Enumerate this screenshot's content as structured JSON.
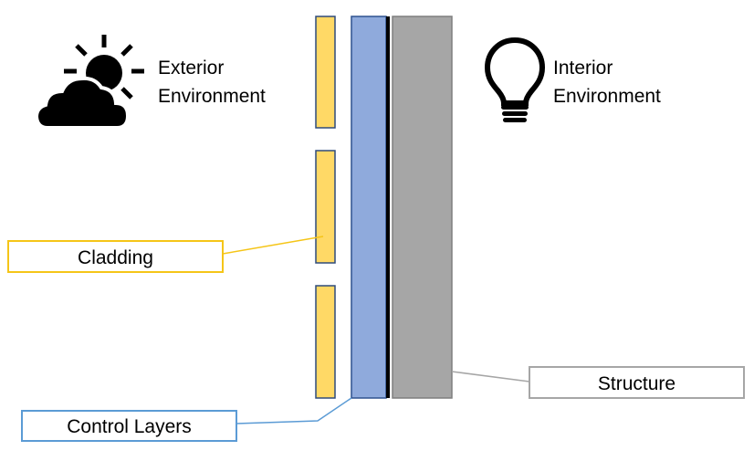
{
  "exterior": {
    "line1": "Exterior",
    "line2": "Environment",
    "icon": "sun-cloud-icon"
  },
  "interior": {
    "line1": "Interior",
    "line2": "Environment",
    "icon": "light-bulb-icon"
  },
  "callouts": {
    "cladding": "Cladding",
    "control_layers": "Control Layers",
    "structure": "Structure"
  },
  "colors": {
    "cladding_fill": "#FFD966",
    "cladding_stroke": "#2F4B7C",
    "control_layer_fill": "#8FAADC",
    "control_layer_stroke": "#2F528F",
    "membrane": "#000000",
    "structure_fill": "#A6A6A6",
    "structure_stroke": "#7F7F7F",
    "cladding_callout": "#F5C518",
    "control_callout": "#5B9BD5",
    "structure_callout": "#A6A6A6"
  }
}
